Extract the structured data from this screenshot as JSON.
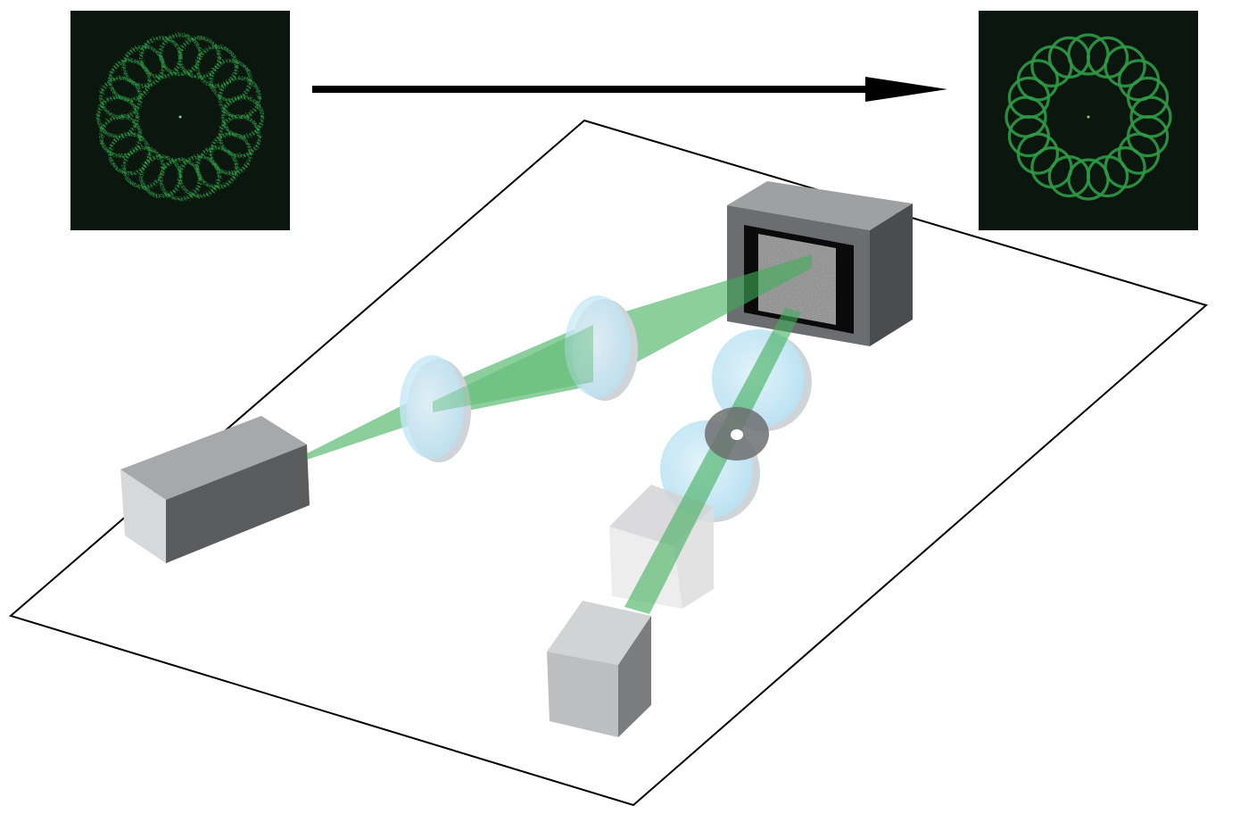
{
  "diagram": {
    "kind": "optical-setup",
    "colors": {
      "beam": "#3fae5a",
      "lens": "#bfe6f5",
      "lens_edge": "#cfd4d8",
      "pattern_bg": "#0b160e",
      "pattern_ring": "#2f9a46",
      "box_front": "#d7d8da",
      "box_top": "#a7a8aa",
      "box_side": "#5b5c5e",
      "slm_frame": "#6c6d70",
      "outline": "#000000"
    },
    "components": [
      {
        "name": "laser-source",
        "icon": "box-icon"
      },
      {
        "name": "lens",
        "icon": "lens-icon"
      },
      {
        "name": "spatial-light-modulator",
        "icon": "slm-icon"
      },
      {
        "name": "aperture",
        "icon": "iris-icon"
      },
      {
        "name": "beam-splitter",
        "icon": "cube-icon"
      },
      {
        "name": "camera",
        "icon": "camera-icon"
      }
    ],
    "patterns": {
      "ring_count": 20,
      "before": "noisy",
      "after": "clean"
    }
  }
}
